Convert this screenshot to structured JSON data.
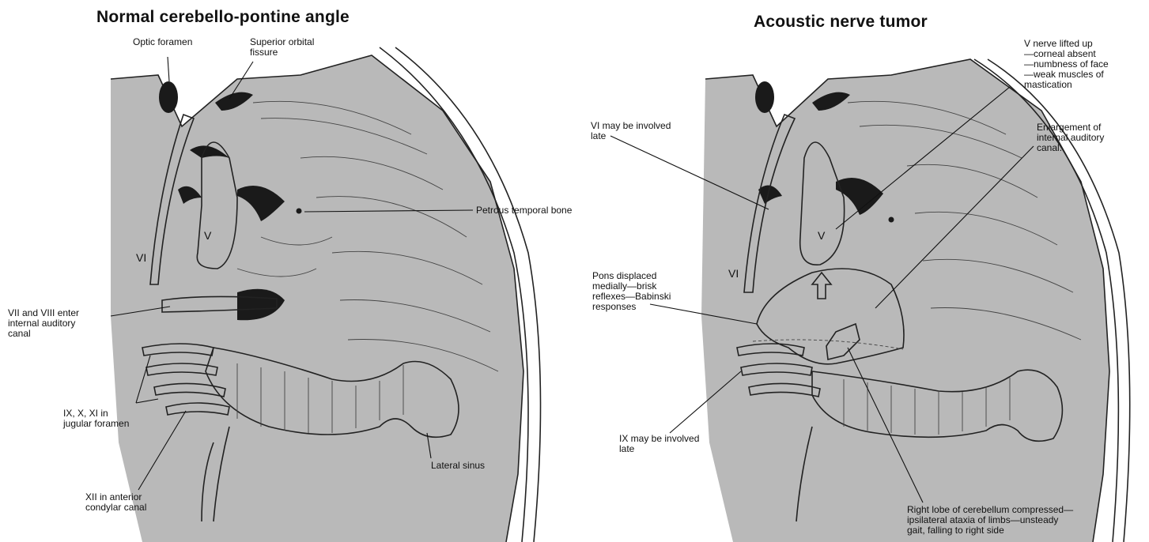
{
  "left": {
    "title": "Normal cerebello-pontine angle",
    "labels": {
      "optic_foramen": "Optic foramen",
      "superior_orbital_fissure": "Superior orbital\nfissure",
      "petrous_temporal_bone": "Petrous temporal bone",
      "vii_viii": "VII and VIII enter\ninternal auditory\ncanal",
      "ix_x_xi": "IX, X, XI in\njugular foramen",
      "xii": "XII in anterior\ncondylar canal",
      "lateral_sinus": "Lateral sinus",
      "nerve_v": "V",
      "nerve_vi": "VI"
    }
  },
  "right": {
    "title": "Acoustic nerve tumor",
    "labels": {
      "v_nerve_lifted": "V nerve lifted up\n  —corneal absent\n  —numbness of face\n  —weak muscles of\nmastication",
      "vi_involved": "VI may be involved\nlate",
      "enlargement": "Enlargement of\ninternal auditory\ncanal.",
      "pons_displaced": "Pons displaced\nmedially—brisk\nreflexes—Babinski\nresponses",
      "ix_involved": "IX may be involved\nlate",
      "right_lobe": "Right lobe of cerebellum compressed—\nipsilateral ataxia of limbs—unsteady\ngait, falling to right side",
      "nerve_v": "V",
      "nerve_vi": "VI"
    }
  }
}
